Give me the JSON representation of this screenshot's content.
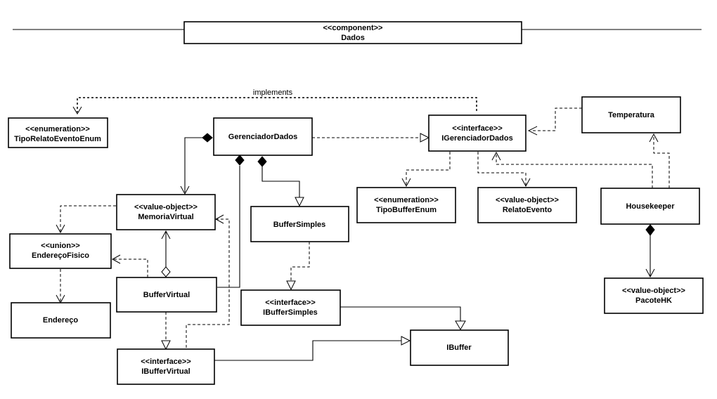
{
  "header": {
    "stereotype": "<<component>>",
    "name": "Dados"
  },
  "classes": {
    "tipo_relato": {
      "stereotype": "<<enumeration>>",
      "name": "TipoRelatoEventoEnum"
    },
    "gerenciador": {
      "name": "GerenciadorDados"
    },
    "igerenciador": {
      "stereotype": "<<interface>>",
      "name": "IGerenciadorDados"
    },
    "temperatura": {
      "name": "Temperatura"
    },
    "memoria": {
      "stereotype": "<<value-object>>",
      "name": "MemoriaVirtual"
    },
    "buffer_simples": {
      "name": "BufferSimples"
    },
    "tipo_buffer": {
      "stereotype": "<<enumeration>>",
      "name": "TipoBufferEnum"
    },
    "relato": {
      "stereotype": "<<value-object>>",
      "name": "RelatoEvento"
    },
    "housekeeper": {
      "name": "Housekeeper"
    },
    "endereco_fisico": {
      "stereotype": "<<union>>",
      "name": "EndereçoFisico"
    },
    "buffer_virtual": {
      "name": "BufferVirtual"
    },
    "ibuffer_simples": {
      "stereotype": "<<interface>>",
      "name": "IBufferSimples"
    },
    "pacote_hk": {
      "stereotype": "<<value-object>>",
      "name": "PacoteHK"
    },
    "endereco": {
      "name": "Endereço"
    },
    "ibuffer": {
      "name": "IBuffer"
    },
    "ibuffer_virtual": {
      "stereotype": "<<interface>>",
      "name": "IBufferVirtual"
    }
  },
  "relations": {
    "implements_label": "implements"
  }
}
